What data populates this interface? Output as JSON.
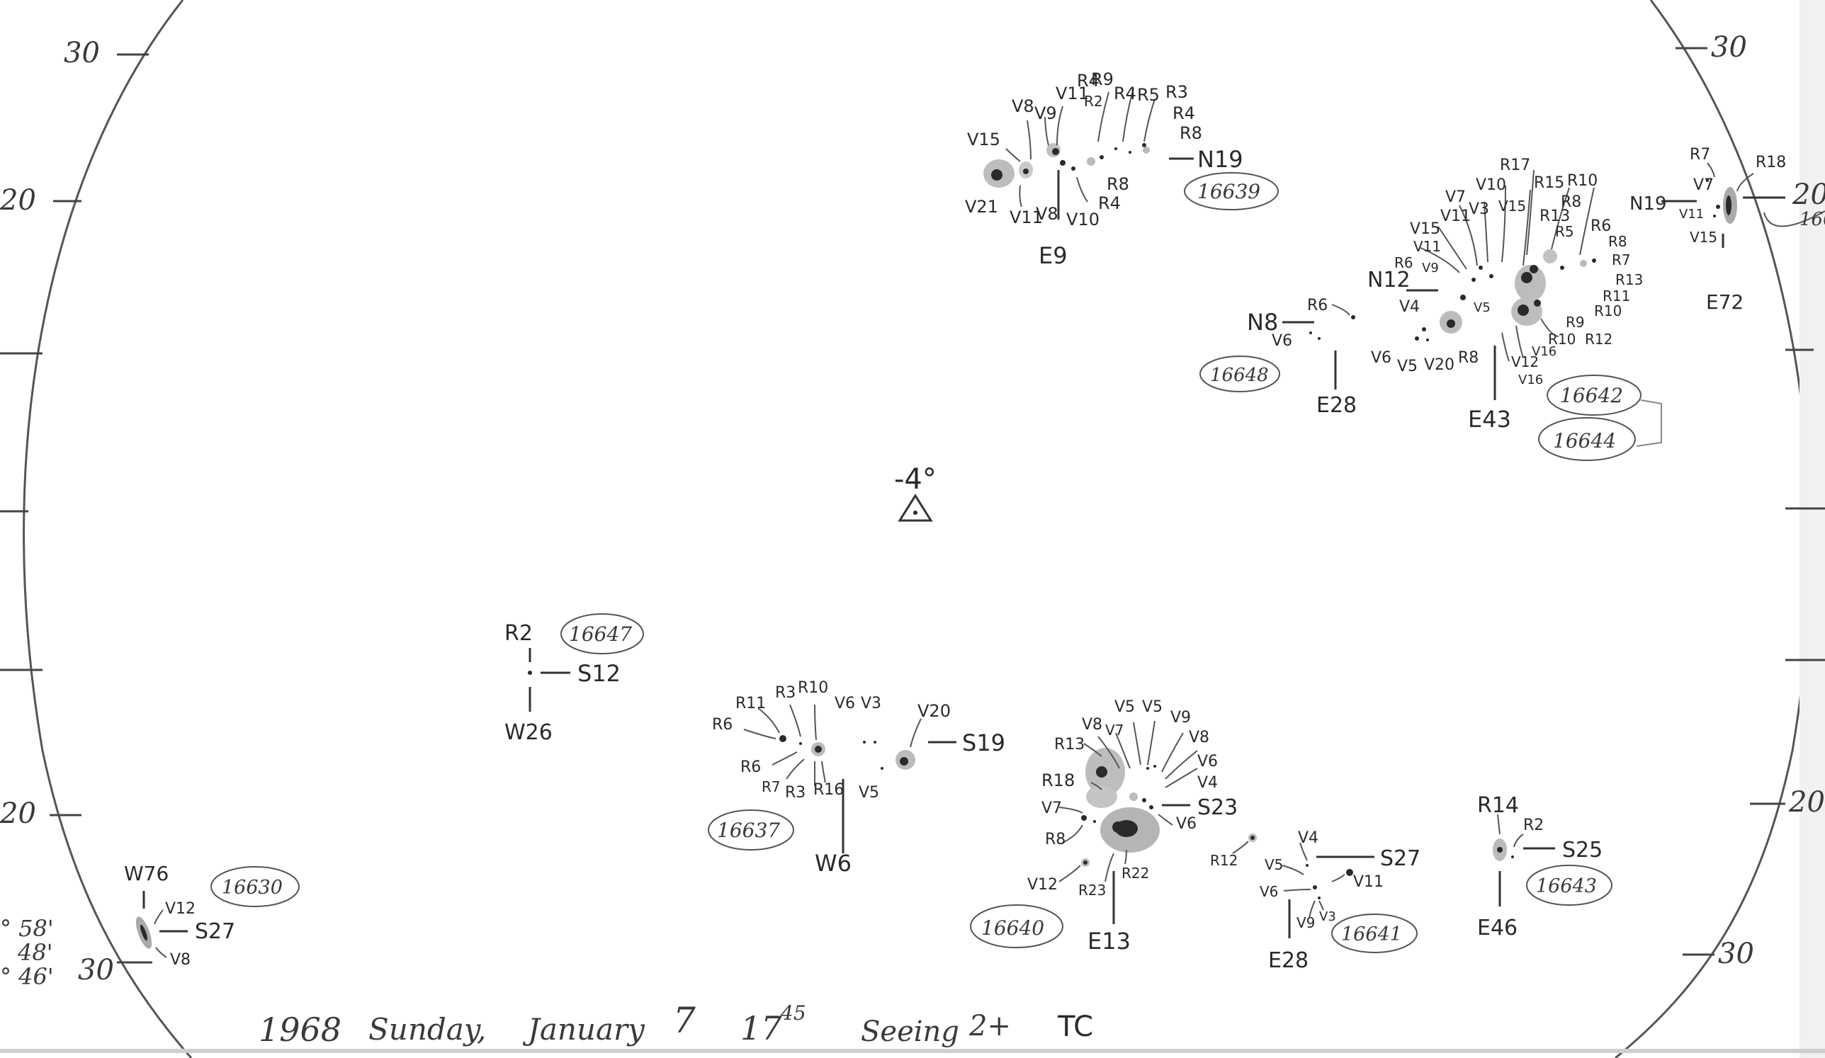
{
  "header": {
    "year": "1968",
    "day": "Sunday,",
    "month": "January",
    "date": "7",
    "time": "17",
    "time_minutes": "45",
    "seeing_label": "Seeing",
    "seeing_value": "2+",
    "observer": "TC"
  },
  "center_mark": "-4°",
  "lat_ticks": {
    "left": [
      "30",
      "20",
      "20",
      "30"
    ],
    "right": [
      "30",
      "20",
      "20",
      "30"
    ]
  },
  "corner_notes": [
    "° 58'",
    "48'",
    "° 46'"
  ],
  "groups": [
    {
      "id": "16639",
      "position": "N19",
      "position2": "E9",
      "labels": [
        "V15",
        "V8",
        "V9",
        "V11",
        "R4",
        "R9",
        "R2",
        "R4",
        "R5",
        "R3",
        "R4",
        "R8",
        "V21",
        "V11",
        "V8",
        "V10",
        "R8",
        "R4"
      ]
    },
    {
      "id": "16642",
      "id2": "16644",
      "position": "N12",
      "position2": "E43",
      "labels": [
        "V7",
        "V10",
        "R17",
        "R15",
        "R10",
        "V15",
        "V11",
        "V3",
        "V15",
        "R13",
        "R8",
        "R5",
        "R6",
        "R8",
        "R7",
        "R13",
        "R11",
        "R10",
        "V11",
        "R6",
        "V9",
        "V4",
        "V5",
        "V6",
        "V5",
        "V20",
        "R8",
        "R9",
        "R10",
        "R12",
        "V16",
        "V12",
        "V16"
      ]
    },
    {
      "id": "16648",
      "position": "N8",
      "position2": "E28",
      "labels": [
        "R6",
        "V6"
      ]
    },
    {
      "id": "166",
      "position": "N19",
      "position2": "E72",
      "labels": [
        "R7",
        "R18",
        "V7",
        "V11",
        "V15"
      ]
    },
    {
      "id": "16647",
      "position": "S12",
      "position2": "W26",
      "labels": [
        "R2"
      ]
    },
    {
      "id": "16637",
      "position": "S19",
      "position2": "W6",
      "labels": [
        "R11",
        "R3",
        "R10",
        "V6",
        "V3",
        "V20",
        "R6",
        "R6",
        "R7",
        "R3",
        "R16",
        "V5"
      ]
    },
    {
      "id": "16640",
      "position": "S23",
      "position2": "E13",
      "labels": [
        "V8",
        "V5",
        "V5",
        "R13",
        "V7",
        "V9",
        "V8",
        "V6",
        "V4",
        "R18",
        "V7",
        "V6",
        "R8",
        "V12",
        "R23",
        "R22"
      ]
    },
    {
      "id": "16641",
      "position": "S27",
      "position2": "E28",
      "labels": [
        "V4",
        "R12",
        "V5",
        "V11",
        "V6",
        "V9",
        "V3"
      ]
    },
    {
      "id": "16643",
      "position": "S25",
      "position2": "E46",
      "labels": [
        "R14",
        "R2"
      ]
    },
    {
      "id": "16630",
      "position": "S27",
      "position2": "W76",
      "labels": [
        "V12",
        "V8"
      ]
    }
  ]
}
